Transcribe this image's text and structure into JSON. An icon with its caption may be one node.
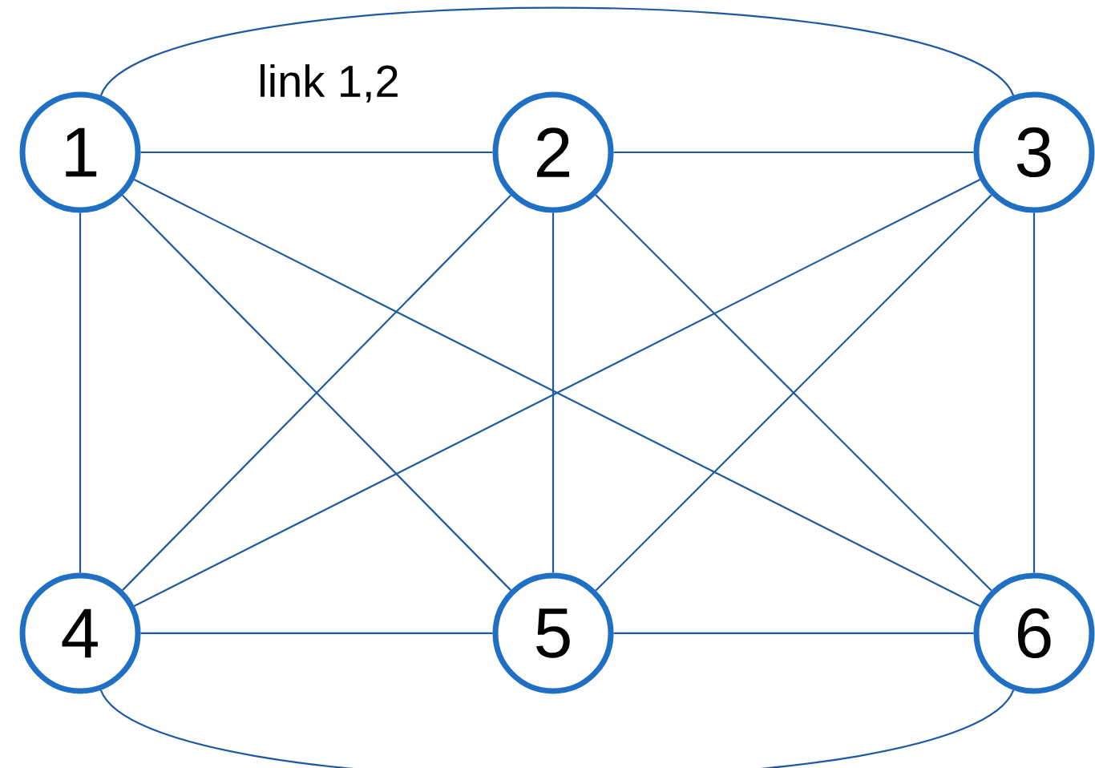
{
  "diagram": {
    "nodes": [
      {
        "text": [
          "1"
        ]
      },
      {
        "text": [
          "2"
        ]
      },
      {
        "text": [
          "3"
        ]
      },
      {
        "text": [
          "4"
        ]
      },
      {
        "text": [
          "5"
        ]
      },
      {
        "text": [
          "6"
        ]
      }
    ],
    "edges": [
      {
        "from": 0,
        "to": 1,
        "arrow": "none",
        "label": "link 1,2"
      },
      {
        "from": 0,
        "to": 2,
        "arrow": "none"
      },
      {
        "from": 0,
        "to": 3,
        "arrow": "none"
      },
      {
        "from": 0,
        "to": 4,
        "arrow": "none"
      },
      {
        "from": 0,
        "to": 5,
        "arrow": "none"
      },
      {
        "from": 1,
        "to": 2,
        "arrow": "none"
      },
      {
        "from": 1,
        "to": 3,
        "arrow": "none"
      },
      {
        "from": 1,
        "to": 4,
        "arrow": "none"
      },
      {
        "from": 1,
        "to": 5,
        "arrow": "none"
      },
      {
        "from": 2,
        "to": 3,
        "arrow": "none"
      },
      {
        "from": 2,
        "to": 4,
        "arrow": "none"
      },
      {
        "from": 2,
        "to": 5,
        "arrow": "none"
      },
      {
        "from": 3,
        "to": 4,
        "arrow": "none"
      },
      {
        "from": 3,
        "to": 5,
        "arrow": "none"
      },
      {
        "from": 4,
        "to": 5,
        "arrow": "none"
      }
    ]
  }
}
